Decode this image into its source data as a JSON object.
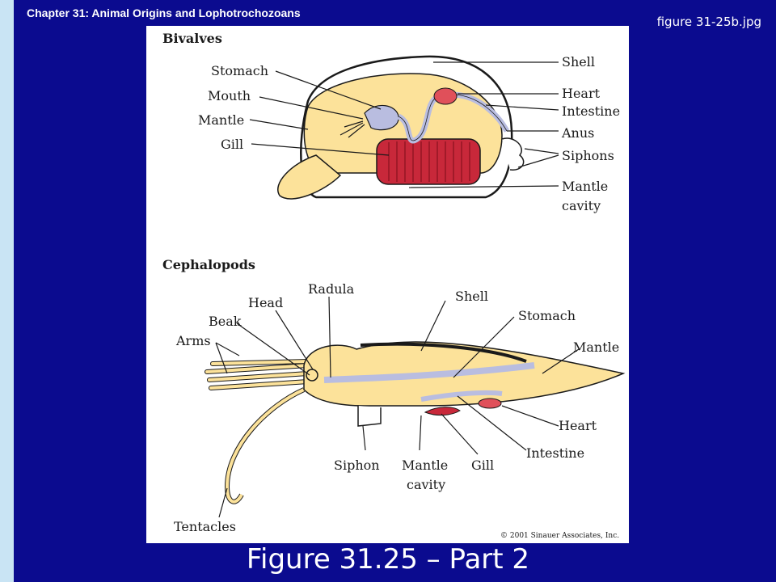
{
  "header": {
    "chapter_title": "Chapter 31: Animal Origins and Lophotrochozoans",
    "file_name": "figure 31-25b.jpg"
  },
  "figure": {
    "bivalves": {
      "heading": "Bivalves",
      "labels": {
        "stomach": "Stomach",
        "mouth": "Mouth",
        "mantle": "Mantle",
        "gill": "Gill",
        "shell": "Shell",
        "heart": "Heart",
        "intestine": "Intestine",
        "anus": "Anus",
        "siphons": "Siphons",
        "mantle_cavity_1": "Mantle",
        "mantle_cavity_2": "cavity"
      }
    },
    "cephalopods": {
      "heading": "Cephalopods",
      "labels": {
        "radula": "Radula",
        "head": "Head",
        "beak": "Beak",
        "arms": "Arms",
        "shell": "Shell",
        "stomach": "Stomach",
        "mantle": "Mantle",
        "heart": "Heart",
        "intestine": "Intestine",
        "siphon": "Siphon",
        "mantle_cavity_1": "Mantle",
        "mantle_cavity_2": "cavity",
        "gill": "Gill",
        "tentacles": "Tentacles"
      }
    },
    "copyright": "© 2001 Sinauer Associates, Inc.",
    "colors": {
      "body": "#fce29a",
      "gill": "#c8283a",
      "gut": "#b9bde0",
      "heart": "#e0505a",
      "outline": "#1a1a1a"
    }
  },
  "caption": "Figure 31.25 – Part 2"
}
